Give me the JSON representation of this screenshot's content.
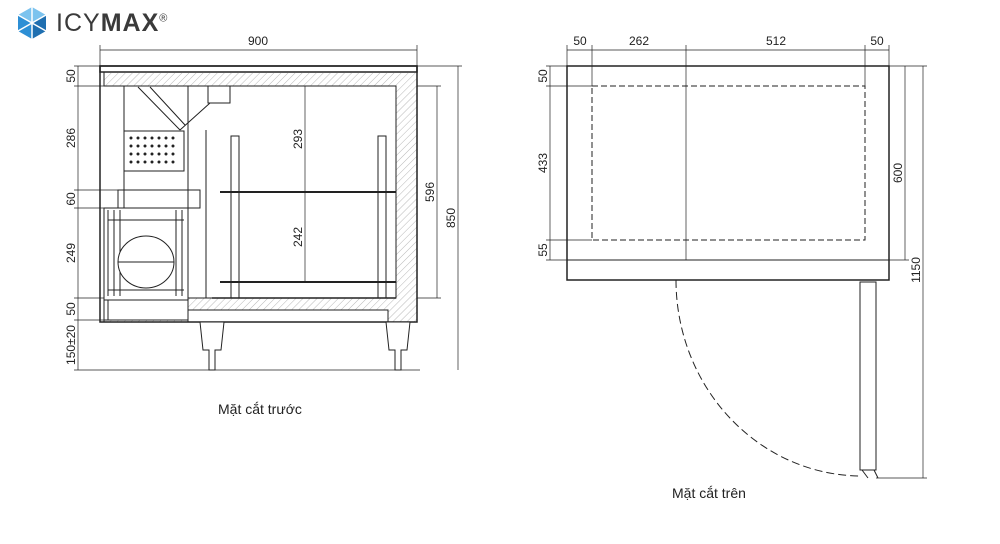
{
  "brand": {
    "name_light": "ICY",
    "name_bold": "MAX",
    "registered": "®"
  },
  "front_view": {
    "caption": "Mặt cắt trước",
    "dims": {
      "width": "900",
      "top": "50",
      "upper": "286",
      "mid": "60",
      "lower": "249",
      "bottom": "50",
      "legs": "150±20",
      "shelf_upper": "293",
      "shelf_lower": "242",
      "inner_height": "596",
      "total_height": "850"
    }
  },
  "top_view": {
    "caption": "Mặt cắt trên",
    "dims": {
      "left_wall": "50",
      "left_span": "262",
      "right_span": "512",
      "right_wall": "50",
      "top": "50",
      "depth": "433",
      "bottom": "55",
      "total_depth": "600",
      "depth_with_door": "1150"
    }
  },
  "colors": {
    "line": "#222222",
    "logo_blue": "#2d8fd5",
    "logo_light": "#7cc3ee"
  }
}
